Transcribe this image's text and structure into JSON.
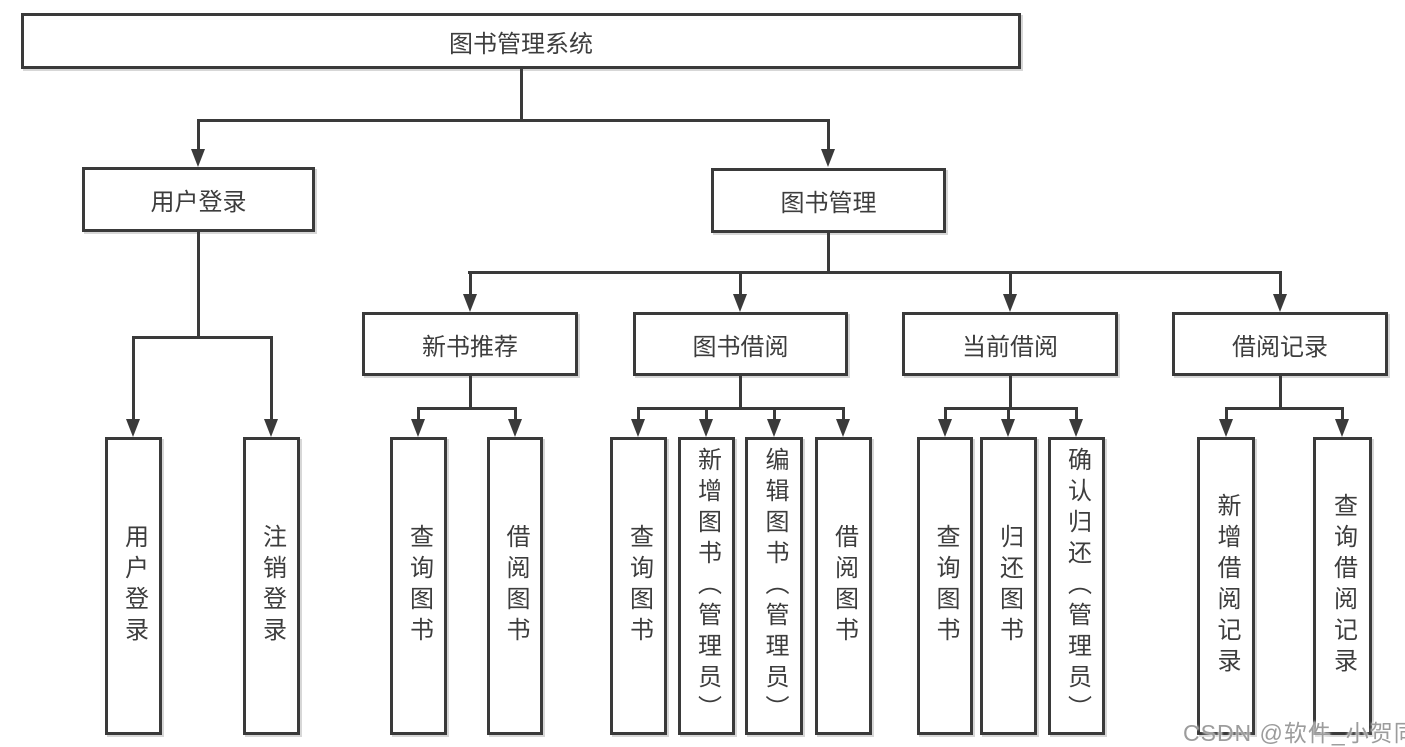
{
  "tree": {
    "root": {
      "label": "图书管理系统"
    },
    "level1": [
      {
        "label": "用户登录"
      },
      {
        "label": "图书管理"
      }
    ],
    "level2": [
      {
        "label": "新书推荐",
        "parent": "图书管理"
      },
      {
        "label": "图书借阅",
        "parent": "图书管理"
      },
      {
        "label": "当前借阅",
        "parent": "图书管理"
      },
      {
        "label": "借阅记录",
        "parent": "图书管理"
      }
    ],
    "leaves": [
      {
        "label": "用户登录",
        "parent": "用户登录"
      },
      {
        "label": "注销登录",
        "parent": "用户登录"
      },
      {
        "label": "查询图书",
        "parent": "新书推荐"
      },
      {
        "label": "借阅图书",
        "parent": "新书推荐"
      },
      {
        "label": "查询图书",
        "parent": "图书借阅"
      },
      {
        "label": "新增图书（管理员）",
        "parent": "图书借阅"
      },
      {
        "label": "编辑图书（管理员）",
        "parent": "图书借阅"
      },
      {
        "label": "借阅图书",
        "parent": "图书借阅"
      },
      {
        "label": "查询图书",
        "parent": "当前借阅"
      },
      {
        "label": "归还图书",
        "parent": "当前借阅"
      },
      {
        "label": "确认归还（管理员）",
        "parent": "当前借阅"
      },
      {
        "label": "新增借阅记录",
        "parent": "借阅记录"
      },
      {
        "label": "查询借阅记录",
        "parent": "借阅记录"
      }
    ]
  },
  "watermark": "CSDN @软件_小贺同学",
  "colors": {
    "line": "#3a3a3a",
    "text": "#3d3d3d",
    "watermark": "#9c9c9c",
    "background": "#ffffff"
  }
}
